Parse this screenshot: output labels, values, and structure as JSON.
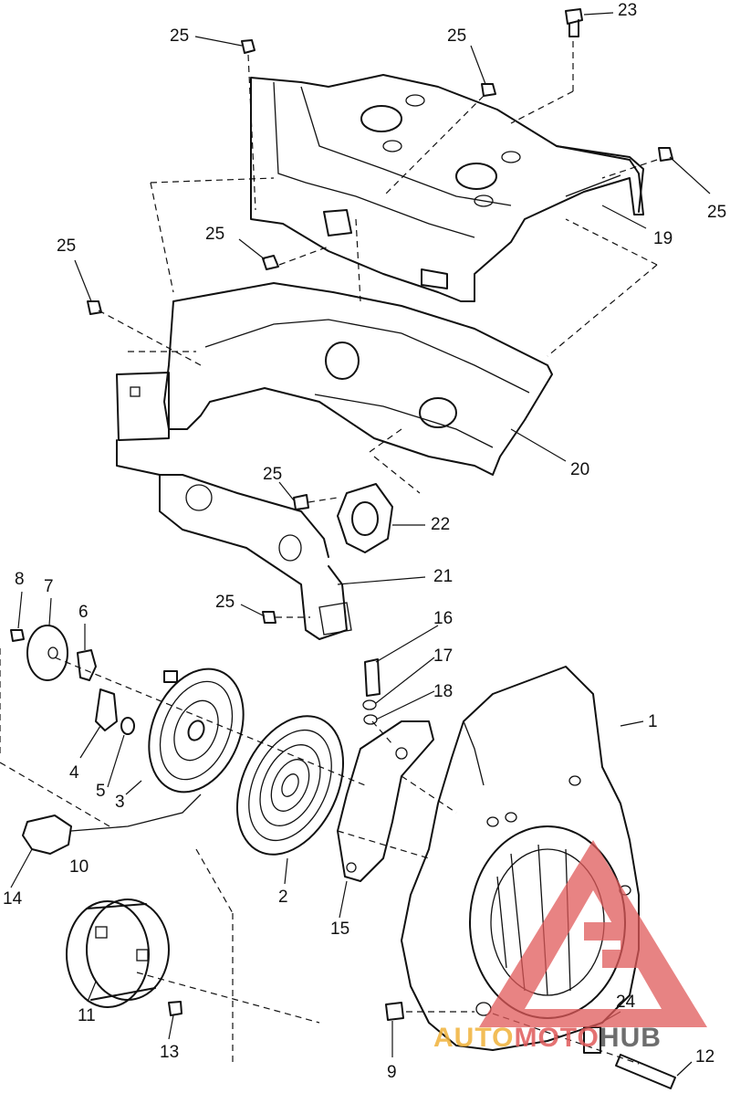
{
  "diagram": {
    "callouts": [
      {
        "id": "c1",
        "text": "1"
      },
      {
        "id": "c2",
        "text": "2"
      },
      {
        "id": "c3",
        "text": "3"
      },
      {
        "id": "c4",
        "text": "4"
      },
      {
        "id": "c5",
        "text": "5"
      },
      {
        "id": "c6",
        "text": "6"
      },
      {
        "id": "c7",
        "text": "7"
      },
      {
        "id": "c8",
        "text": "8"
      },
      {
        "id": "c9",
        "text": "9"
      },
      {
        "id": "c10",
        "text": "10"
      },
      {
        "id": "c11",
        "text": "11"
      },
      {
        "id": "c12",
        "text": "12"
      },
      {
        "id": "c13",
        "text": "13"
      },
      {
        "id": "c14",
        "text": "14"
      },
      {
        "id": "c15",
        "text": "15"
      },
      {
        "id": "c16",
        "text": "16"
      },
      {
        "id": "c17",
        "text": "17"
      },
      {
        "id": "c18",
        "text": "18"
      },
      {
        "id": "c19",
        "text": "19"
      },
      {
        "id": "c20",
        "text": "20"
      },
      {
        "id": "c21",
        "text": "21"
      },
      {
        "id": "c22",
        "text": "22"
      },
      {
        "id": "c23",
        "text": "23"
      },
      {
        "id": "c24",
        "text": "24"
      },
      {
        "id": "c25a",
        "text": "25"
      },
      {
        "id": "c25b",
        "text": "25"
      },
      {
        "id": "c25c",
        "text": "25"
      },
      {
        "id": "c25d",
        "text": "25"
      },
      {
        "id": "c25e",
        "text": "25"
      },
      {
        "id": "c25f",
        "text": "25"
      },
      {
        "id": "c25g",
        "text": "25"
      }
    ]
  },
  "watermark": {
    "part1": "AUTO",
    "part2": "MOTO",
    "part3": "HUB",
    "color_primary": "#e05a5a",
    "color_secondary": "#f0b23a",
    "color_tertiary": "#555555"
  }
}
